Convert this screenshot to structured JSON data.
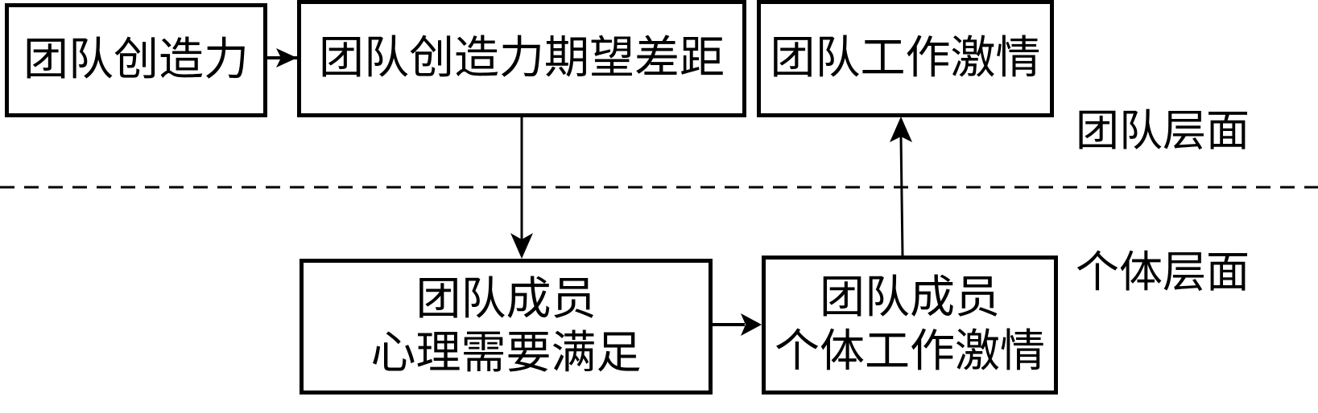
{
  "nodes": {
    "team_creativity": {
      "lines": [
        "团队创造力"
      ]
    },
    "creativity_gap": {
      "lines": [
        "团队创造力期望差距"
      ]
    },
    "team_passion": {
      "lines": [
        "团队工作激情"
      ]
    },
    "need_satisfaction": {
      "lines": [
        "团队成员",
        "心理需要满足"
      ]
    },
    "individual_passion": {
      "lines": [
        "团队成员",
        "个体工作激情"
      ]
    }
  },
  "levels": {
    "team": "团队层面",
    "individual": "个体层面"
  },
  "edges": [
    {
      "from": "team_creativity",
      "to": "creativity_gap"
    },
    {
      "from": "creativity_gap",
      "to": "need_satisfaction"
    },
    {
      "from": "need_satisfaction",
      "to": "individual_passion"
    },
    {
      "from": "individual_passion",
      "to": "team_passion"
    }
  ]
}
